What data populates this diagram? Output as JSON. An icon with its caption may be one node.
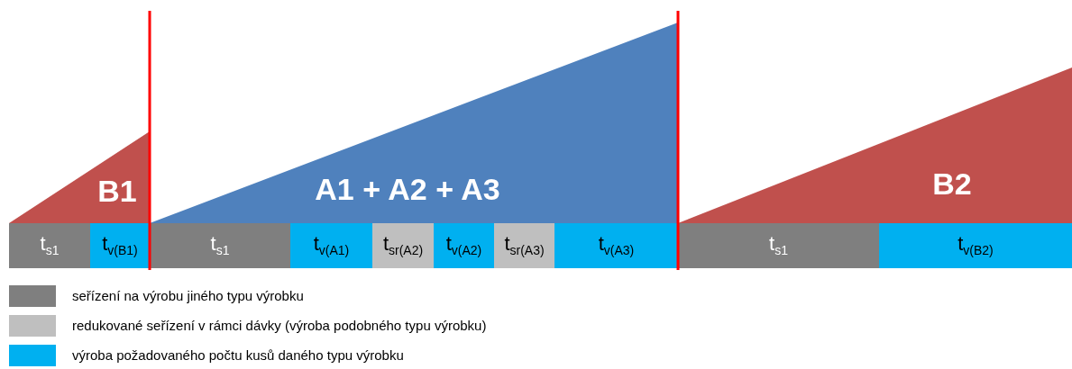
{
  "diagram": {
    "nodes": [
      {
        "text": [
          "B1"
        ]
      },
      {
        "text": [
          "A1 + A2 + A3"
        ]
      },
      {
        "text": [
          "B2"
        ]
      },
      {
        "text": [
          "t$_{s1}$"
        ]
      },
      {
        "text": [
          "t$_{v(B1)}$"
        ]
      },
      {
        "text": [
          "t$_{s1}$"
        ]
      },
      {
        "text": [
          "t$_{v(A1)}$"
        ]
      },
      {
        "text": [
          "t$_{sr(A2)}$"
        ]
      },
      {
        "text": [
          "t$_{v(A2)}$"
        ]
      },
      {
        "text": [
          "t$_{sr(A3)}$"
        ]
      },
      {
        "text": [
          "t$_{v(A3)}$"
        ]
      },
      {
        "text": [
          "t$_{s1}$"
        ]
      },
      {
        "text": [
          "t$_{v(B2)}$"
        ]
      }
    ],
    "legend": [
      {
        "text": "seřízení na výrobu jiného typu výrobku",
        "color": "#7f7f7f"
      },
      {
        "text": "redukované seřízení v rámci dávky (výroba podobného typu výrobku)",
        "color": "#bfbfbf"
      },
      {
        "text": "výroba požadovaného počtu kusů daného typu výrobku",
        "color": "#00b0f0"
      }
    ]
  }
}
